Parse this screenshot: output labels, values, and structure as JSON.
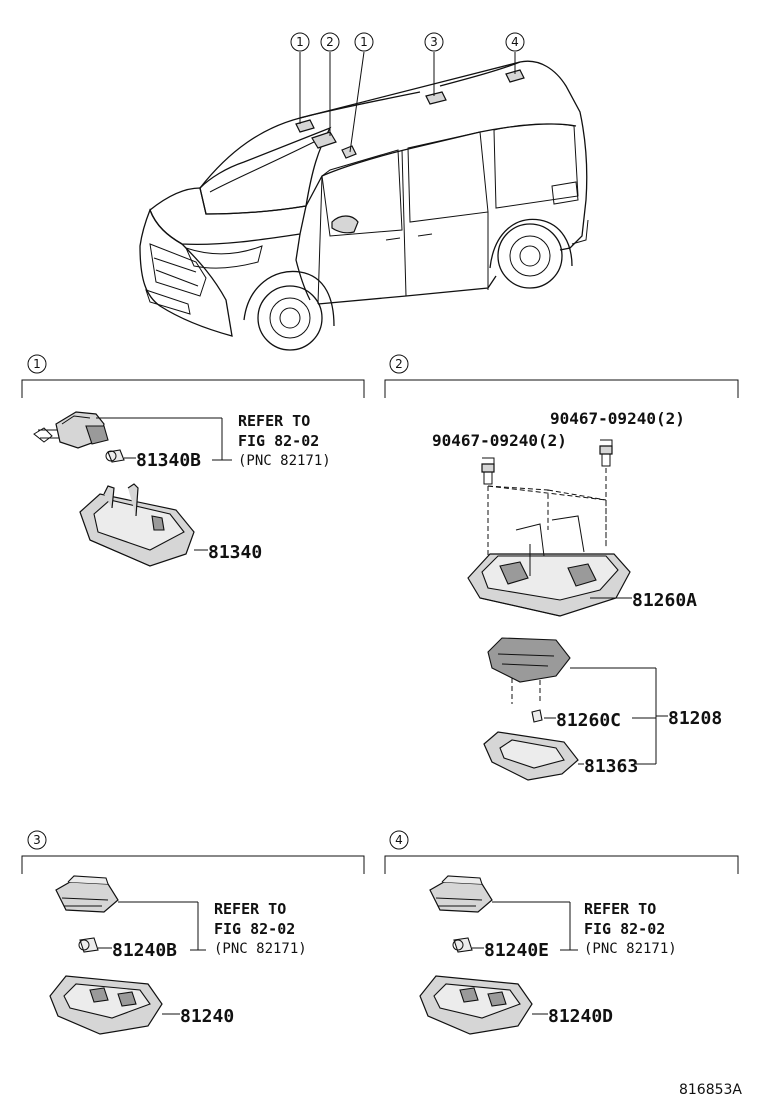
{
  "callouts": [
    "1",
    "2",
    "1",
    "3",
    "4"
  ],
  "sections": [
    {
      "id": "1",
      "label": "1"
    },
    {
      "id": "2",
      "label": "2"
    },
    {
      "id": "3",
      "label": "3"
    },
    {
      "id": "4",
      "label": "4"
    }
  ],
  "refer": {
    "line1": "REFER TO",
    "line2": "FIG 82-02",
    "line3": "(PNC 82171)"
  },
  "parts": {
    "p81340B": "81340B",
    "p81340": "81340",
    "bolt_left": "90467-09240(2)",
    "bolt_right": "90467-09240(2)",
    "p81260A": "81260A",
    "p81260C": "81260C",
    "p81208": "81208",
    "p81363": "81363",
    "p81240B": "81240B",
    "p81240": "81240",
    "p81240E": "81240E",
    "p81240D": "81240D"
  },
  "figure_code": "816853A"
}
